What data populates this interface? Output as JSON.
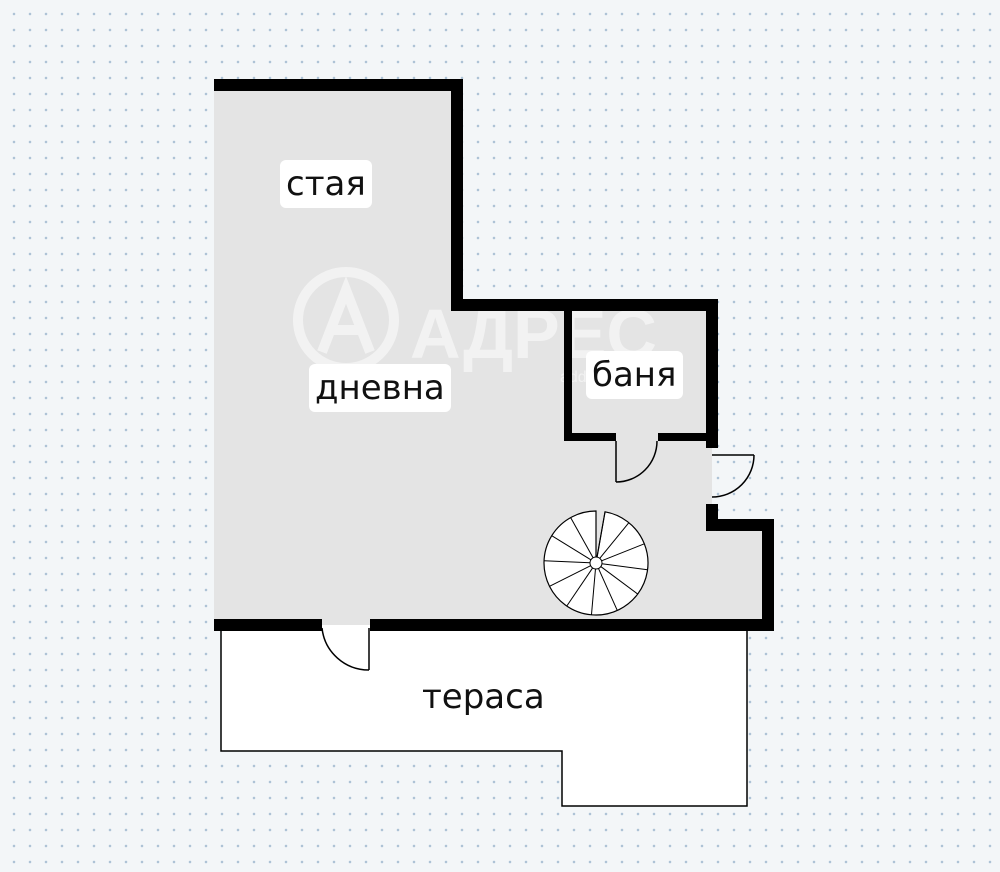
{
  "rooms": {
    "room": "стая",
    "living": "дневна",
    "bathroom": "баня",
    "terrace": "тераса"
  },
  "watermark": {
    "brand": "АДРЕС",
    "domain": "address.bg"
  },
  "colors": {
    "wall": "#000000",
    "floor": "#e4e4e4",
    "terrace": "#ffffff",
    "background": "#f3f6f8",
    "grid_dot": "#aec3d6"
  }
}
